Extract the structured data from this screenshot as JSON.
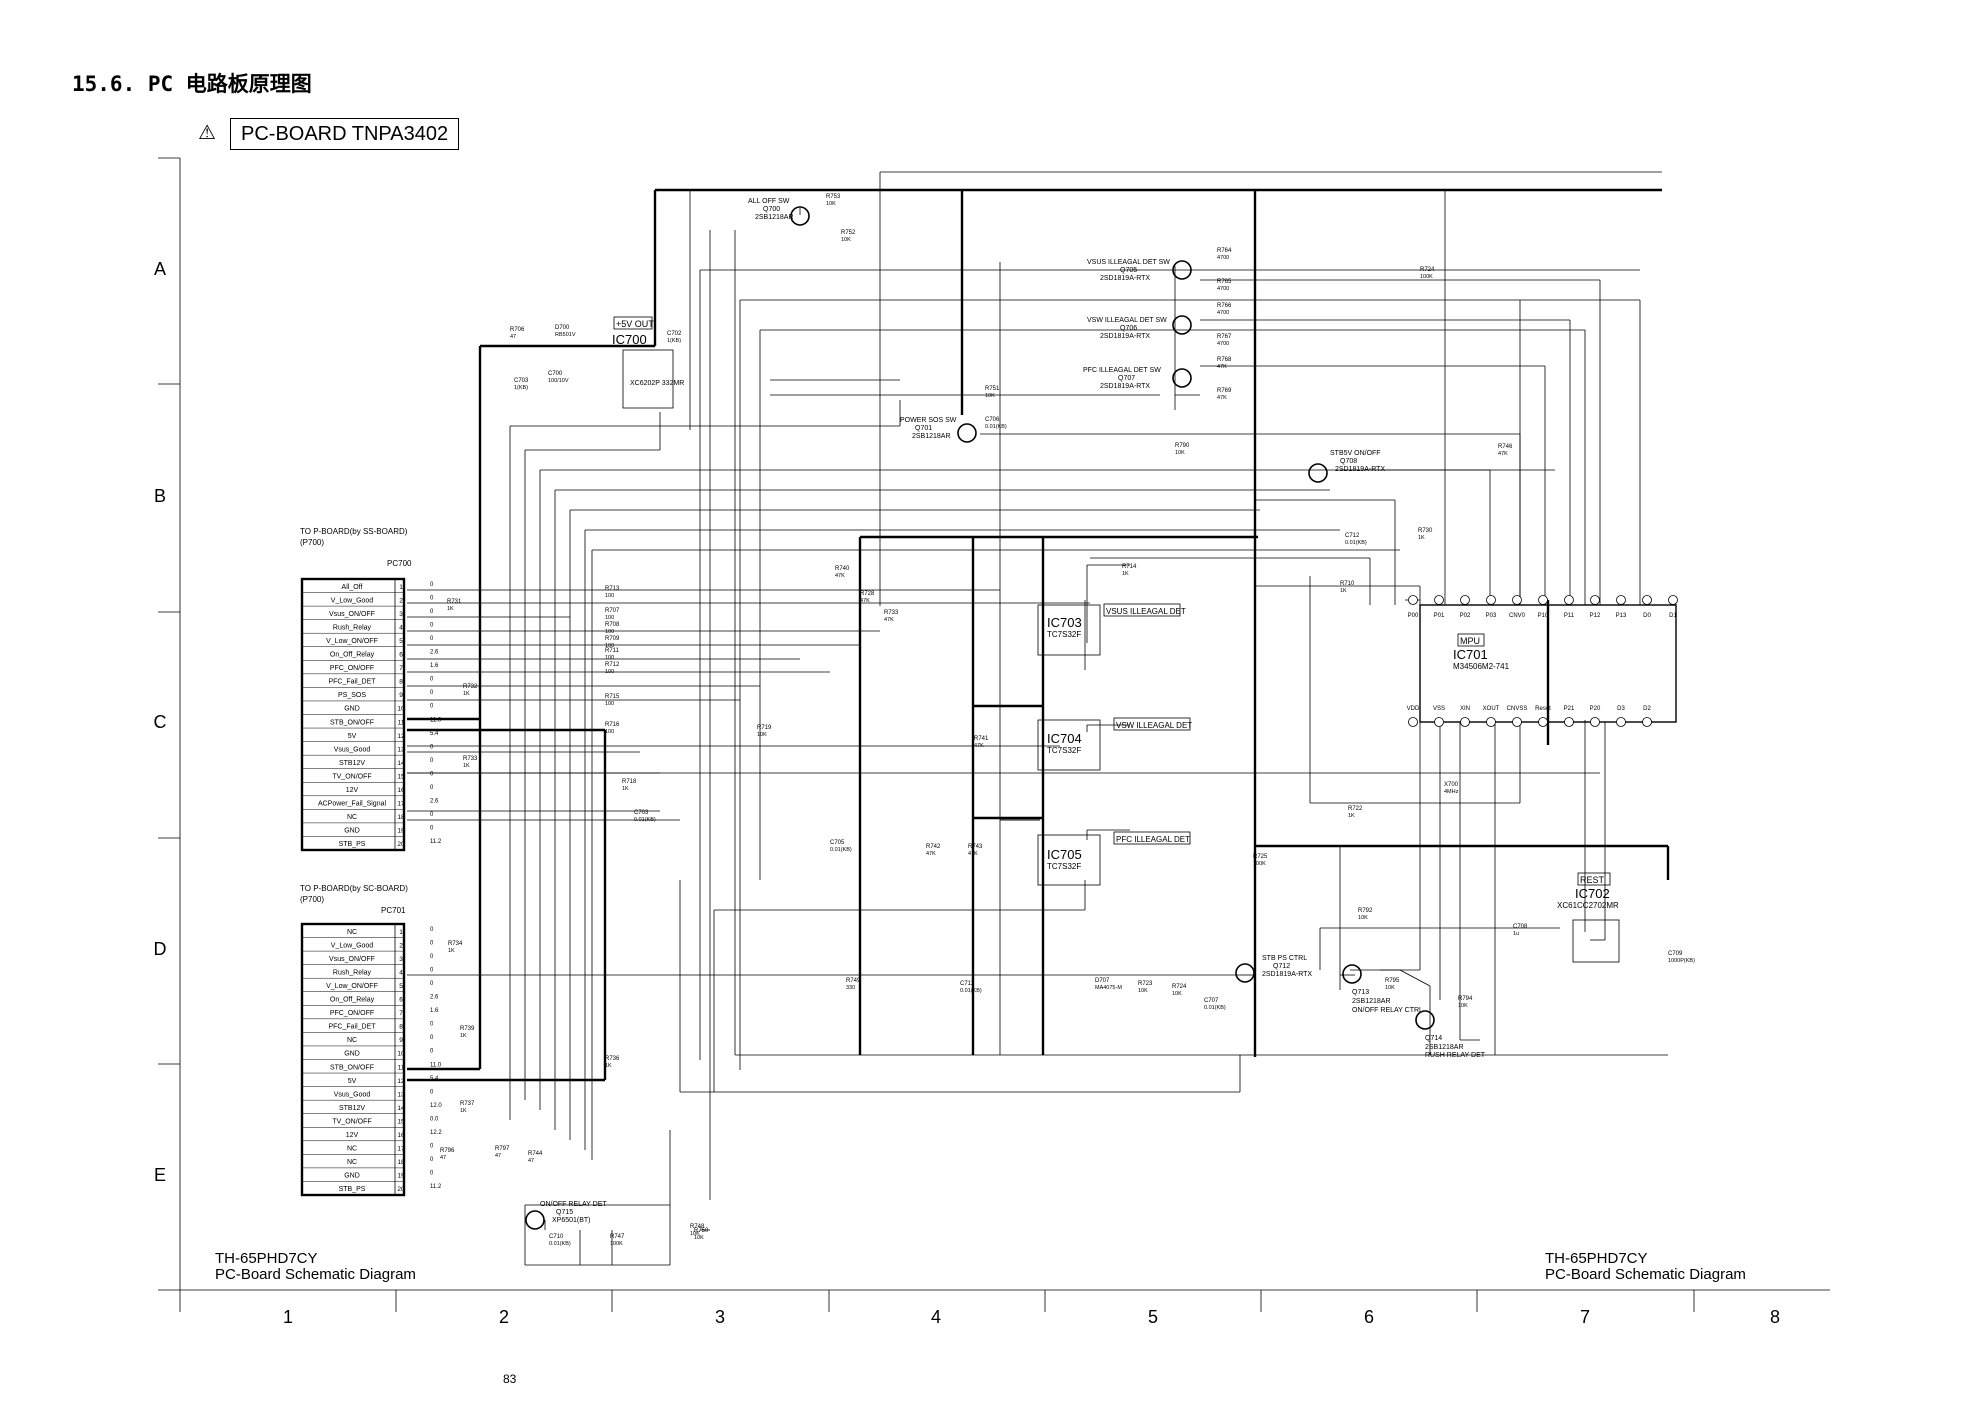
{
  "section_title": "15.6. PC 电路板原理图",
  "board_title": "PC-BOARD TNPA3402",
  "warning_icon": "warning-triangle-icon",
  "row_labels": [
    "A",
    "B",
    "C",
    "D",
    "E"
  ],
  "col_labels": [
    "1",
    "2",
    "3",
    "4",
    "5",
    "6",
    "7",
    "8"
  ],
  "footer_left": {
    "model": "TH-65PHD7CY",
    "caption": "PC-Board Schematic Diagram"
  },
  "footer_right": {
    "model": "TH-65PHD7CY",
    "caption": "PC-Board Schematic Diagram"
  },
  "page_number": "83",
  "pc700": {
    "title": "TO P-BOARD(by SS-BOARD)",
    "subtitle": "(P700)",
    "name": "PC700",
    "pins": [
      "All_Off",
      "V_Low_Good",
      "Vsus_ON/OFF",
      "Rush_Relay",
      "V_Low_ON/OFF",
      "On_Off_Relay",
      "PFC_ON/OFF",
      "PFC_Fail_DET",
      "PS_SOS",
      "GND",
      "STB_ON/OFF",
      "5V",
      "Vsus_Good",
      "STB12V",
      "TV_ON/OFF",
      "12V",
      "ACPower_Fail_Signal",
      "NC",
      "GND",
      "STB_PS"
    ],
    "voltages": [
      "0",
      "0",
      "0",
      "0",
      "0",
      "2.6",
      "1.6",
      "0",
      "0",
      "0",
      "11.0",
      "5.4",
      "0",
      "0",
      "0",
      "0",
      "2.6",
      "0",
      "0",
      "11.2"
    ]
  },
  "pc701": {
    "title": "TO P-BOARD(by SC-BOARD)",
    "subtitle": "(P700)",
    "name": "PC701",
    "pins": [
      "NC",
      "V_Low_Good",
      "Vsus_ON/OFF",
      "Rush_Relay",
      "V_Low_ON/OFF",
      "On_Off_Relay",
      "PFC_ON/OFF",
      "PFC_Fail_DET",
      "NC",
      "GND",
      "STB_ON/OFF",
      "5V",
      "Vsus_Good",
      "STB12V",
      "TV_ON/OFF",
      "12V",
      "NC",
      "NC",
      "GND",
      "STB_PS"
    ],
    "voltages": [
      "0",
      "0",
      "0",
      "0",
      "0",
      "2.6",
      "1.6",
      "0",
      "0",
      "0",
      "11.0",
      "5.4",
      "0",
      "12.0",
      "0.0",
      "12.2",
      "0",
      "0",
      "0",
      "11.2"
    ]
  },
  "ics": [
    {
      "ref": "IC700",
      "part": "XC6202P 332MR",
      "tag": "+5V OUT"
    },
    {
      "ref": "IC703",
      "part": "TC7S32F",
      "tag": "VSUS ILLEAGAL DET"
    },
    {
      "ref": "IC704",
      "part": "TC7S32F",
      "tag": "VSW ILLEAGAL DET"
    },
    {
      "ref": "IC705",
      "part": "TC7S32F",
      "tag": "PFC ILLEAGAL DET"
    },
    {
      "ref": "IC701",
      "part": "M34506M2-741",
      "tag": "MPU"
    },
    {
      "ref": "IC702",
      "part": "XC61CC2702MR",
      "tag": "REST"
    }
  ],
  "ic701_top_pins": [
    "P00",
    "P01",
    "P02",
    "P03",
    "CNV0",
    "P10",
    "P11",
    "P12",
    "P13",
    "D0",
    "D1"
  ],
  "ic701_bottom_pins": [
    "VDD",
    "VSS",
    "XIN",
    "XOUT",
    "CNVSS",
    "Reset",
    "P21",
    "P20",
    "D3",
    "D2"
  ],
  "transistors": [
    {
      "label": "ALL OFF SW",
      "ref": "Q700",
      "part": "2SB1218AR"
    },
    {
      "label": "VSUS ILLEAGAL DET SW",
      "ref": "Q705",
      "part": "2SD1819A-RTX"
    },
    {
      "label": "VSW ILLEAGAL DET SW",
      "ref": "Q706",
      "part": "2SD1819A-RTX"
    },
    {
      "label": "PFC ILLEAGAL DET SW",
      "ref": "Q707",
      "part": "2SD1819A-RTX"
    },
    {
      "label": "POWER SOS SW",
      "ref": "Q701",
      "part": "2SB1218AR"
    },
    {
      "label": "STB5V ON/OFF",
      "ref": "Q708",
      "part": "2SD1819A-RTX"
    },
    {
      "label": "STB PS CTRL",
      "ref": "Q712",
      "part": "2SD1819A-RTX"
    },
    {
      "label": "ON/OFF RELAY CTRL",
      "ref": "Q713",
      "part": "2SB1218AR"
    },
    {
      "label": "RUSH RELAY DET",
      "ref": "Q714",
      "part": "2SB1218AR"
    },
    {
      "label": "ON/OFF RELAY DET",
      "ref": "Q715",
      "part": "XP6501(BT)"
    }
  ],
  "parts": [
    {
      "ref": "R706",
      "val": "47"
    },
    {
      "ref": "D700",
      "val": "RB501V"
    },
    {
      "ref": "C703",
      "val": "1(KB)"
    },
    {
      "ref": "C700",
      "val": "100/10V"
    },
    {
      "ref": "C702",
      "val": "1(KB)"
    },
    {
      "ref": "R753",
      "val": "10K"
    },
    {
      "ref": "R752",
      "val": "10K"
    },
    {
      "ref": "R764",
      "val": "4700"
    },
    {
      "ref": "R765",
      "val": "4700"
    },
    {
      "ref": "R766",
      "val": "4700"
    },
    {
      "ref": "R767",
      "val": "4700"
    },
    {
      "ref": "R768",
      "val": "47K"
    },
    {
      "ref": "R769",
      "val": "47K"
    },
    {
      "ref": "R751",
      "val": "10K"
    },
    {
      "ref": "C706",
      "val": "0.01(KB)"
    },
    {
      "ref": "R790",
      "val": "10K"
    },
    {
      "ref": "R724",
      "val": "100K"
    },
    {
      "ref": "R746",
      "val": "47K"
    },
    {
      "ref": "C712",
      "val": "0.01(KB)"
    },
    {
      "ref": "R730",
      "val": "1K"
    },
    {
      "ref": "R714",
      "val": "1K"
    },
    {
      "ref": "R710",
      "val": "1K"
    },
    {
      "ref": "R740",
      "val": "47K"
    },
    {
      "ref": "R728",
      "val": "47K"
    },
    {
      "ref": "R733",
      "val": "47K"
    },
    {
      "ref": "R713",
      "val": "100"
    },
    {
      "ref": "R731",
      "val": "1K"
    },
    {
      "ref": "R707",
      "val": "100"
    },
    {
      "ref": "R708",
      "val": "100"
    },
    {
      "ref": "R709",
      "val": "100"
    },
    {
      "ref": "R711",
      "val": "100"
    },
    {
      "ref": "R712",
      "val": "100"
    },
    {
      "ref": "R715",
      "val": "100"
    },
    {
      "ref": "R716",
      "val": "100"
    },
    {
      "ref": "R732",
      "val": "1K"
    },
    {
      "ref": "R733b",
      "val": "1K"
    },
    {
      "ref": "R718",
      "val": "1K"
    },
    {
      "ref": "R719",
      "val": "10K"
    },
    {
      "ref": "C703b",
      "val": "0.01(KB)"
    },
    {
      "ref": "C705",
      "val": "0.01(KB)"
    },
    {
      "ref": "R741",
      "val": "47K"
    },
    {
      "ref": "R742",
      "val": "47K"
    },
    {
      "ref": "R743",
      "val": "47K"
    },
    {
      "ref": "R725",
      "val": "100K"
    },
    {
      "ref": "R722",
      "val": "1K"
    },
    {
      "ref": "X700",
      "val": "4MHz"
    },
    {
      "ref": "C708",
      "val": "1u"
    },
    {
      "ref": "C709",
      "val": "1000P(KB)"
    },
    {
      "ref": "R750",
      "val": "10K"
    },
    {
      "ref": "R749",
      "val": "330"
    },
    {
      "ref": "C711",
      "val": "0.01(KB)"
    },
    {
      "ref": "D707",
      "val": "MA4075-M"
    },
    {
      "ref": "R723",
      "val": "10K"
    },
    {
      "ref": "R724b",
      "val": "10K"
    },
    {
      "ref": "C707",
      "val": "0.01(KB)"
    },
    {
      "ref": "R792",
      "val": "10K"
    },
    {
      "ref": "R795",
      "val": "10K"
    },
    {
      "ref": "R794",
      "val": "10K"
    },
    {
      "ref": "R734",
      "val": "1K"
    },
    {
      "ref": "R739",
      "val": "1K"
    },
    {
      "ref": "R737",
      "val": "1K"
    },
    {
      "ref": "R736",
      "val": "1K"
    },
    {
      "ref": "R796",
      "val": "47"
    },
    {
      "ref": "R797",
      "val": "47"
    },
    {
      "ref": "R744",
      "val": "47"
    },
    {
      "ref": "C710",
      "val": "0.01(KB)"
    },
    {
      "ref": "R747",
      "val": "100K"
    },
    {
      "ref": "R748",
      "val": "10K"
    }
  ]
}
